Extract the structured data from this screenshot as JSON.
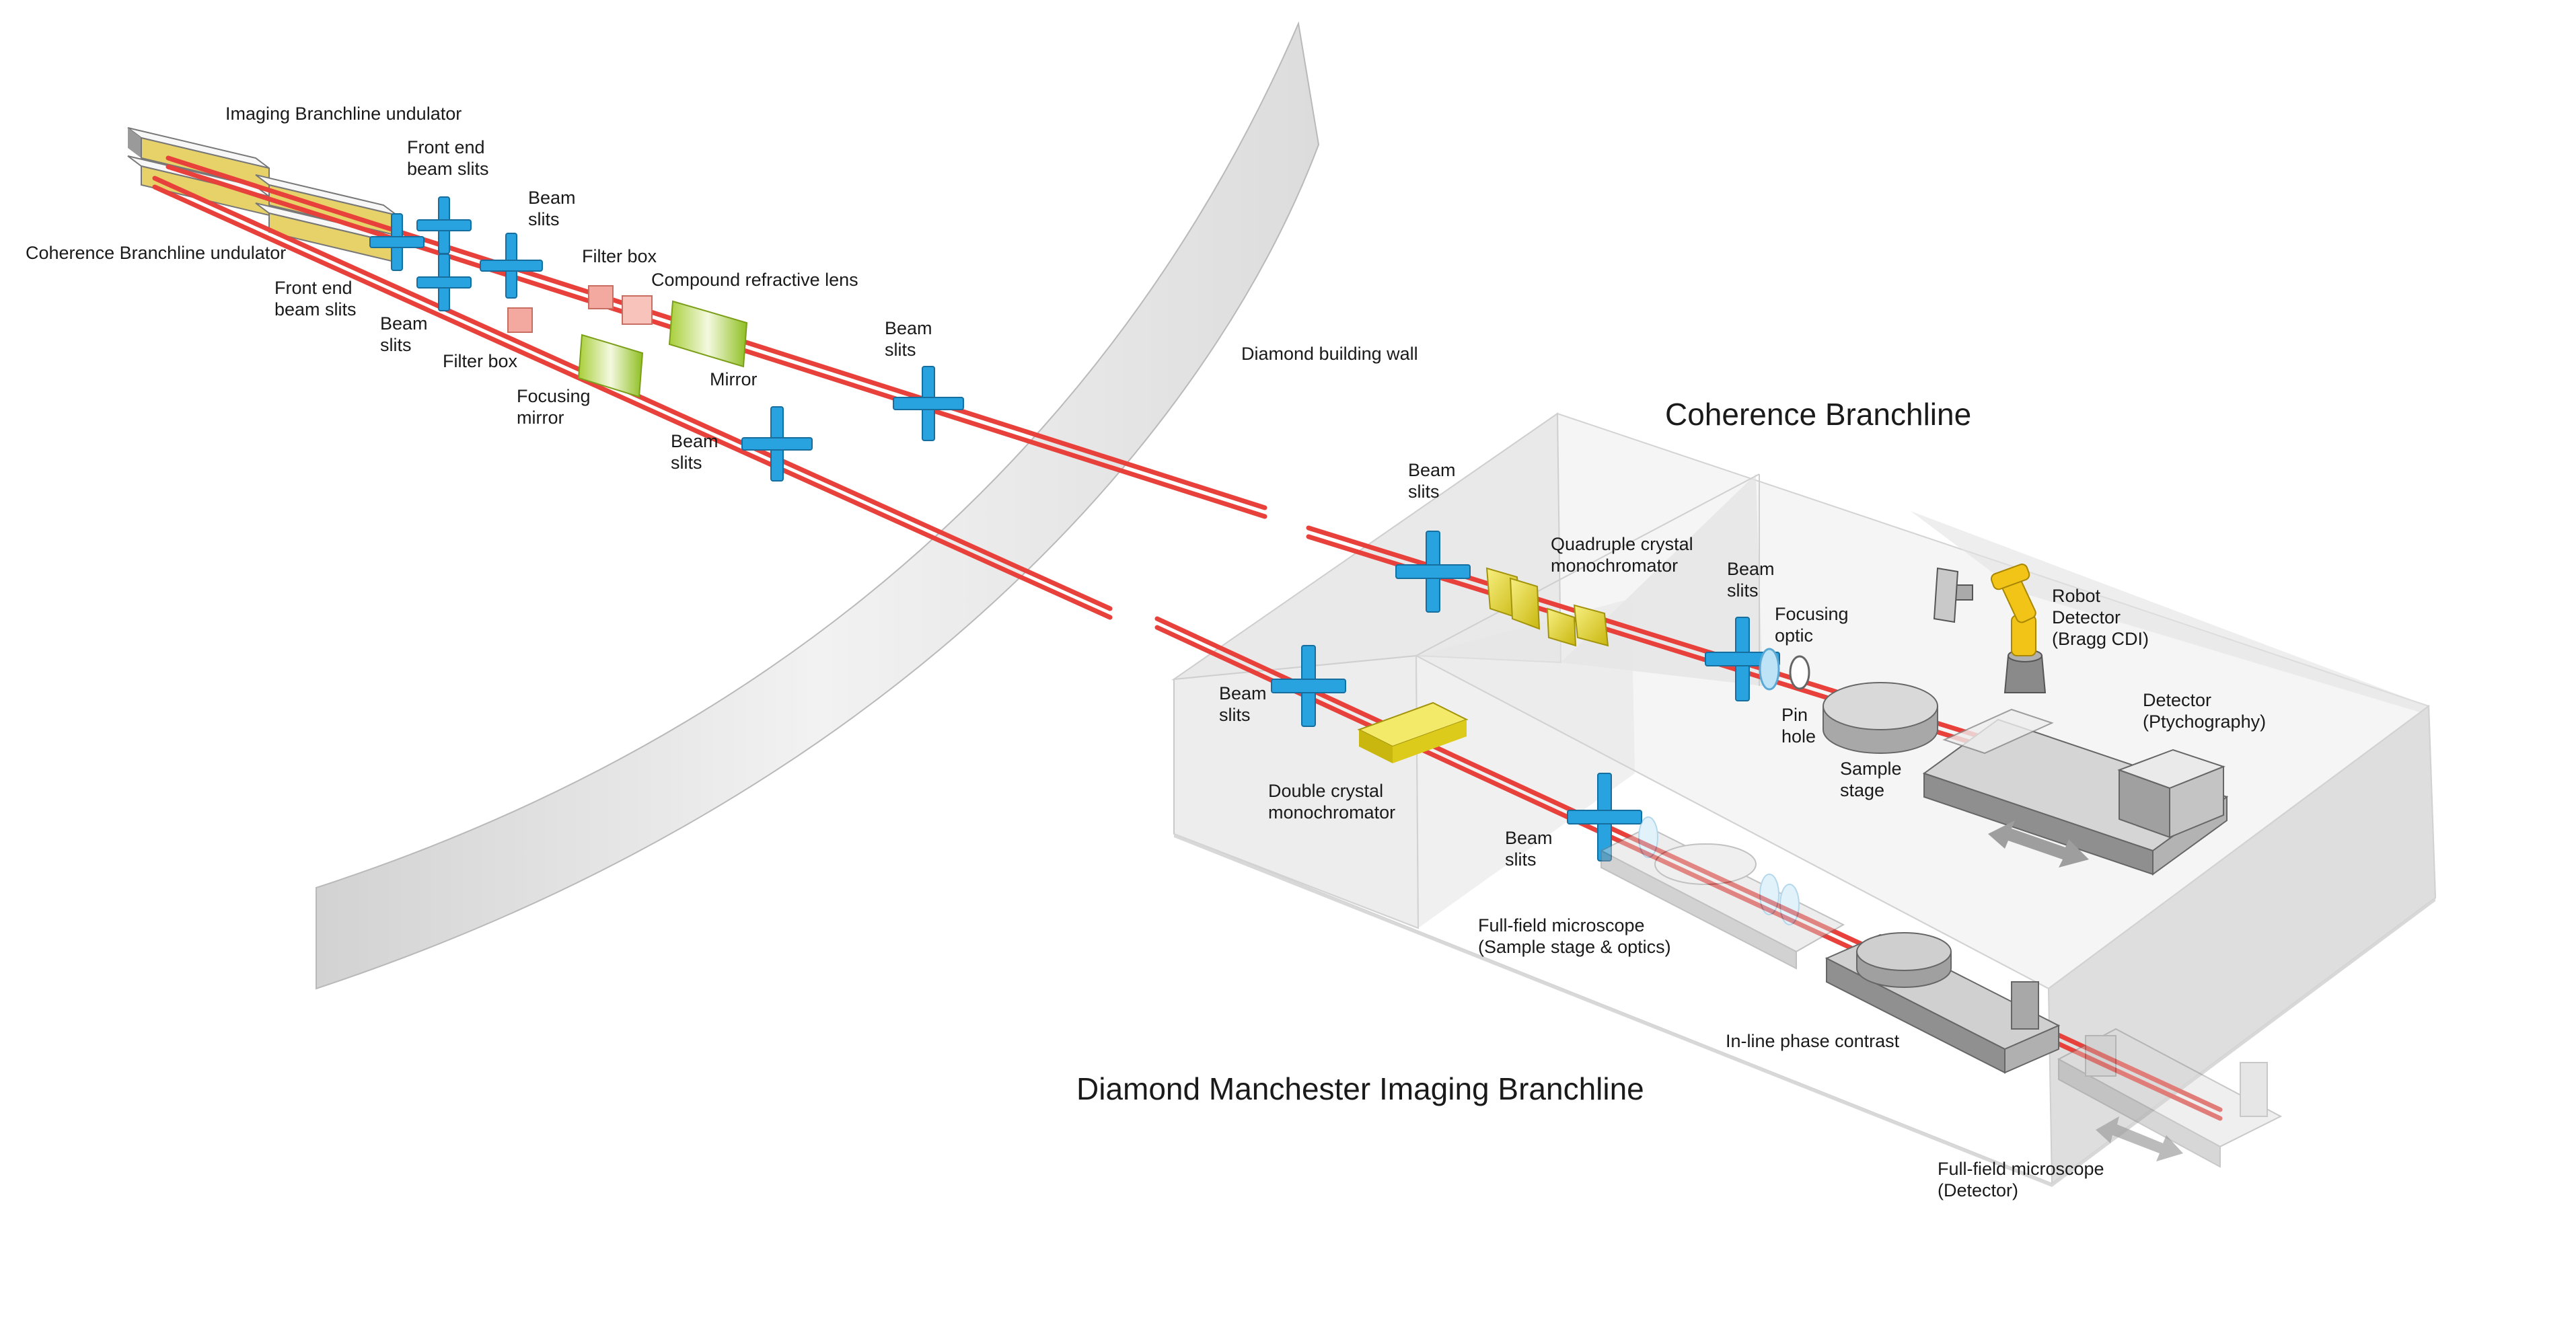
{
  "labels": {
    "imaging_undulator": "Imaging Branchline undulator",
    "coherence_undulator": "Coherence Branchline undulator",
    "front_end_slits_top": [
      "Front end",
      "beam slits"
    ],
    "front_end_slits_bottom": [
      "Front end",
      "beam slits"
    ],
    "beam_slits_1": [
      "Beam",
      "slits"
    ],
    "beam_slits_2": [
      "Beam",
      "slits"
    ],
    "filter_box_top": "Filter box",
    "filter_box_bottom": "Filter box",
    "compound_refractive_lens": "Compound refractive lens",
    "mirror": "Mirror",
    "focusing_mirror": [
      "Focusing",
      "mirror"
    ],
    "beam_slits_3": [
      "Beam",
      "slits"
    ],
    "beam_slits_4": [
      "Beam",
      "slits"
    ],
    "diamond_wall": "Diamond building wall",
    "coherence_title": "Coherence Branchline",
    "beam_slits_5": [
      "Beam",
      "slits"
    ],
    "quadruple_mono": [
      "Quadruple crystal",
      "monochromator"
    ],
    "beam_slits_6": [
      "Beam",
      "slits"
    ],
    "focusing_optic": [
      "Focusing",
      "optic"
    ],
    "pin_hole": [
      "Pin",
      "hole"
    ],
    "robot_detector": [
      "Robot",
      "Detector",
      "(Bragg CDI)"
    ],
    "detector_ptycho": [
      "Detector",
      "(Ptychography)"
    ],
    "sample_stage": [
      "Sample",
      "stage"
    ],
    "beam_slits_7": [
      "Beam",
      "slits"
    ],
    "double_mono": [
      "Double crystal",
      "monochromator"
    ],
    "beam_slits_8": [
      "Beam",
      "slits"
    ],
    "full_field_sample": [
      "Full-field microscope",
      "(Sample stage & optics)"
    ],
    "inline_phase": "In-line phase contrast",
    "full_field_detector": [
      "Full-field microscope",
      "(Detector)"
    ],
    "imaging_title": "Diamond Manchester Imaging Branchline"
  },
  "colors": {
    "beam": "#e8403a",
    "slits": "#29a3e0",
    "filter": "#f4a9a0",
    "mirror": "#a8cf3a",
    "mono": "#e8d92a",
    "robot": "#f2c418",
    "wall": "#e6e6e6",
    "room": "#efefef"
  }
}
